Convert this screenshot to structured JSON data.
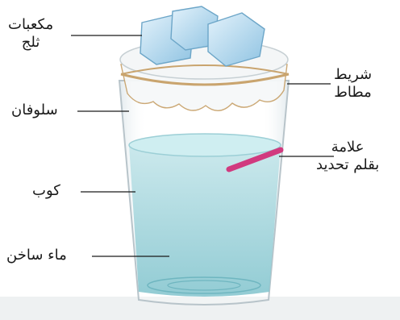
{
  "labels": {
    "ice_cubes": [
      "مكعبات",
      "ثلج"
    ],
    "rubber_band": [
      "شريط",
      "مطاط"
    ],
    "cellophane": "سلوفان",
    "marker": [
      "علامة",
      "بقلم تحديد"
    ],
    "cup": "كوب",
    "hot_water": "ماء ساخن"
  },
  "colors": {
    "water": "#a8d6dc",
    "water_dark": "#79bcc6",
    "ice": "#b9dcef",
    "rubber_band": "#c9a46e",
    "marker_line": "#d13a7f",
    "cup_outline": "#b8c4ca",
    "floor": "#eef1f2"
  }
}
